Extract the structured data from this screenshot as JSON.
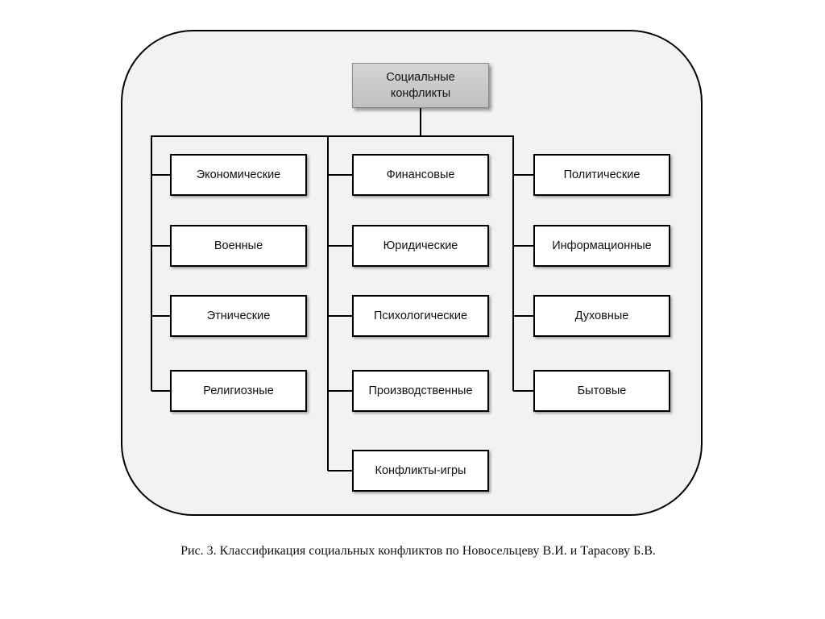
{
  "diagram": {
    "root": {
      "line1": "Социальные",
      "line2": "конфликты"
    },
    "columns": [
      {
        "items": [
          "Экономические",
          "Военные",
          "Этнические",
          "Религиозные"
        ]
      },
      {
        "items": [
          "Финансовые",
          "Юридические",
          "Психологические",
          "Производственные",
          "Конфликты-игры"
        ]
      },
      {
        "items": [
          "Политические",
          "Информационные",
          "Духовные",
          "Бытовые"
        ]
      }
    ]
  },
  "caption": "Рис. 3. Классификация социальных конфликтов по Новосельцеву В.И. и Тарасову Б.В."
}
